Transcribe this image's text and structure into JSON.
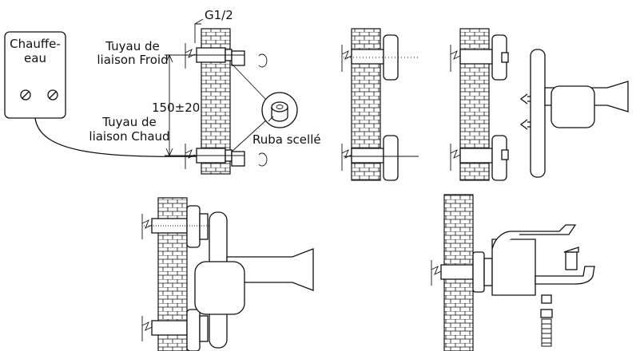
{
  "labels": {
    "heater_line1": "Chauffe-",
    "heater_line2": "eau",
    "thread_size": "G1/2",
    "cold_pipe_line1": "Tuyau de",
    "cold_pipe_line2": "liaison Froid",
    "hot_pipe_line1": "Tuyau de",
    "hot_pipe_line2": "liaison Chaud",
    "spacing": "150±20",
    "seal_tape": "Ruba scellé"
  },
  "icons": {
    "heater_knob": "circle-slash-icon",
    "rotation": "rotate-arrow-icon",
    "direction": "arrow-left-icon",
    "brick_wall": "brick-wall-icon",
    "tape_roll": "tape-roll-icon"
  }
}
